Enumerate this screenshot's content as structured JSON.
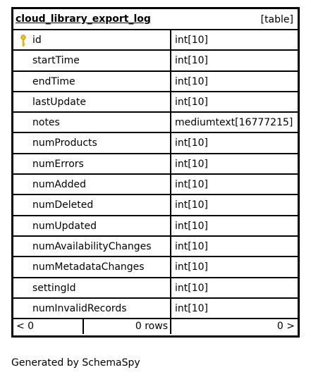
{
  "table": {
    "name": "cloud_library_export_log",
    "type_label": "[table]",
    "columns": [
      {
        "name": "id",
        "type": "int[10]",
        "primary_key": true,
        "icon": "key-icon"
      },
      {
        "name": "startTime",
        "type": "int[10]"
      },
      {
        "name": "endTime",
        "type": "int[10]"
      },
      {
        "name": "lastUpdate",
        "type": "int[10]"
      },
      {
        "name": "notes",
        "type": "mediumtext[16777215]"
      },
      {
        "name": "numProducts",
        "type": "int[10]"
      },
      {
        "name": "numErrors",
        "type": "int[10]"
      },
      {
        "name": "numAdded",
        "type": "int[10]"
      },
      {
        "name": "numDeleted",
        "type": "int[10]"
      },
      {
        "name": "numUpdated",
        "type": "int[10]"
      },
      {
        "name": "numAvailabilityChanges",
        "type": "int[10]"
      },
      {
        "name": "numMetadataChanges",
        "type": "int[10]"
      },
      {
        "name": "settingId",
        "type": "int[10]"
      },
      {
        "name": "numInvalidRecords",
        "type": "int[10]"
      }
    ],
    "footer": {
      "parents": "< 0",
      "rows": "0 rows",
      "children": "0 >"
    },
    "key_icon_color": "#f0c419"
  },
  "generated_by": "Generated by SchemaSpy"
}
